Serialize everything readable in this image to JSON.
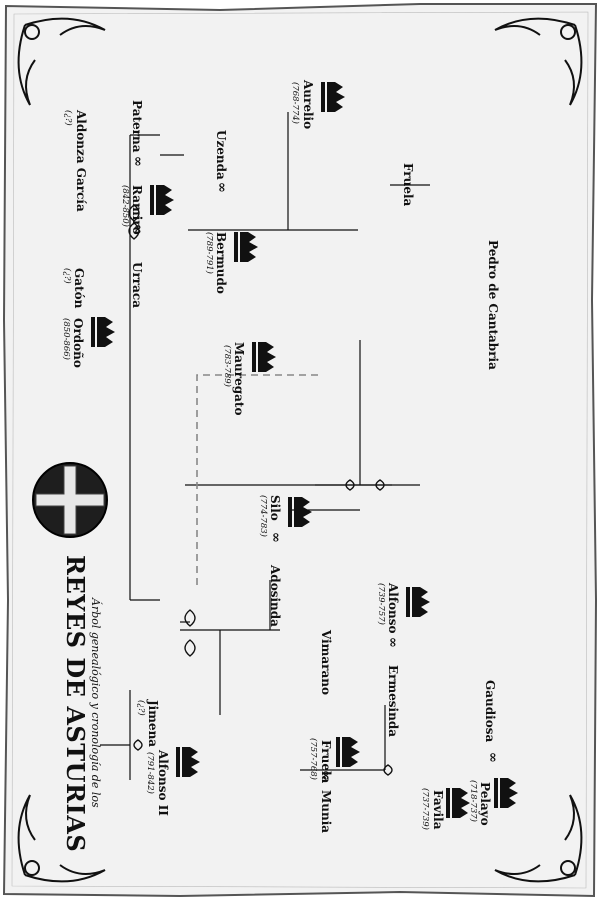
{
  "title": {
    "line1": "Árbol genealógico y cronología de los",
    "line2": "REYES DE ASTURIAS"
  },
  "marriage_symbol": "∞",
  "people": {
    "pelayo": {
      "name": "Pelayo",
      "dates": "(718-737)"
    },
    "gaudiosa": {
      "name": "Gaudiosa"
    },
    "favila": {
      "name": "Favila",
      "dates": "(737-739)"
    },
    "ermesinda": {
      "name": "Ermesinda"
    },
    "alfonso1": {
      "name": "Alfonso",
      "dates": "(739-757)"
    },
    "pedro": {
      "name": "Pedro de Cantabria"
    },
    "vimarano": {
      "name": "Vimarano"
    },
    "fruela1": {
      "name": "Fruela",
      "dates": "(757-768)"
    },
    "munia": {
      "name": "Munia"
    },
    "adosinda": {
      "name": "Adosinda"
    },
    "silo": {
      "name": "Silo",
      "dates": "(774-783)"
    },
    "mauregato": {
      "name": "Mauregato",
      "dates": "(783-789)"
    },
    "fruela": {
      "name": "Fruela"
    },
    "aurelio": {
      "name": "Aurelio",
      "dates": "(768-774)"
    },
    "bermudo": {
      "name": "Bermudo",
      "dates": "(789-791)"
    },
    "uzenda": {
      "name": "Uzenda"
    },
    "alfonso2": {
      "name": "Alfonso II",
      "dates": "(791-842)"
    },
    "jimena": {
      "name": "Jimena",
      "dates": "(¿?)"
    },
    "ramiro": {
      "name": "Ramiro",
      "dates": "(842-850)"
    },
    "paterna": {
      "name": "Paterna"
    },
    "urraca": {
      "name": "Urraca"
    },
    "aldonza": {
      "name": "Aldonza García",
      "dates": "(¿?)"
    },
    "gaton": {
      "name": "Gatón",
      "dates": "(¿?)"
    },
    "ordono": {
      "name": "Ordoño",
      "dates": "(850-866)"
    }
  },
  "colors": {
    "ink": "#111111",
    "parchment": "#f2f2f2",
    "edge": "#555555",
    "dashed": "#888888"
  },
  "icons": [
    "crown-icon",
    "victory-cross-emblem",
    "corner-ornament",
    "tree-knot"
  ]
}
